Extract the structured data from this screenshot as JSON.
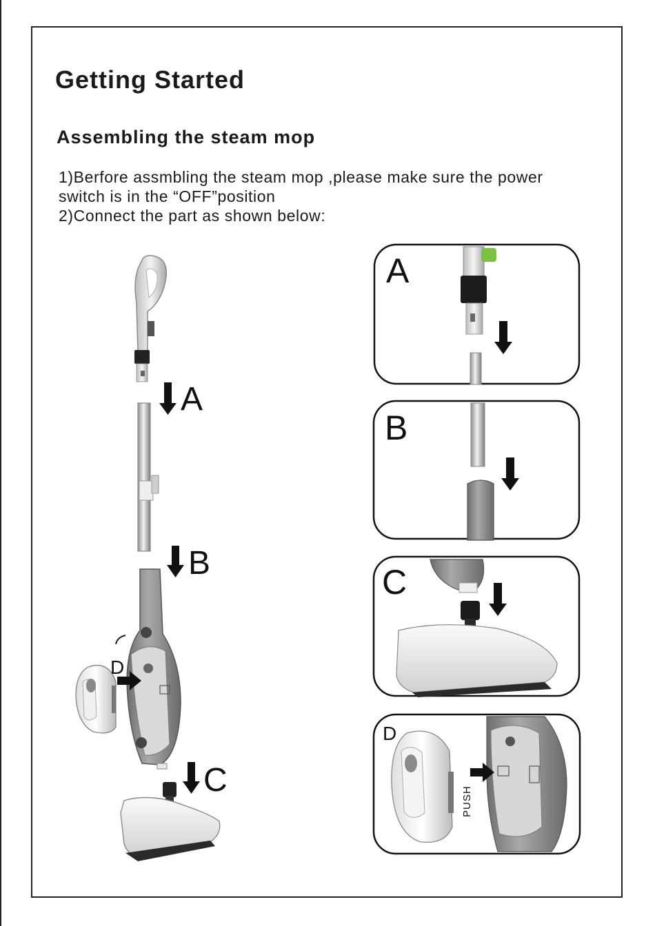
{
  "page": {
    "title": "Getting Started",
    "subtitle": "Assembling the steam mop",
    "instructions": {
      "line1": "1)Berfore assmbling the steam mop ,please make sure the power",
      "line2": "switch is in the “OFF”position",
      "line3": "2)Connect the part as shown below:"
    }
  },
  "assembly_figure": {
    "labels": {
      "a": "A",
      "b": "B",
      "c": "C",
      "d": "D"
    }
  },
  "detail_panels": [
    {
      "label": "A"
    },
    {
      "label": "B"
    },
    {
      "label": "C"
    },
    {
      "label": "D",
      "push_label": "PUSH"
    }
  ],
  "colors": {
    "border": "#222222",
    "text": "#1a1a1a",
    "body_gray": "#8a8a8a",
    "handle_light": "#e6e6e6",
    "switch_green": "#7cc242",
    "arrow": "#111111"
  }
}
